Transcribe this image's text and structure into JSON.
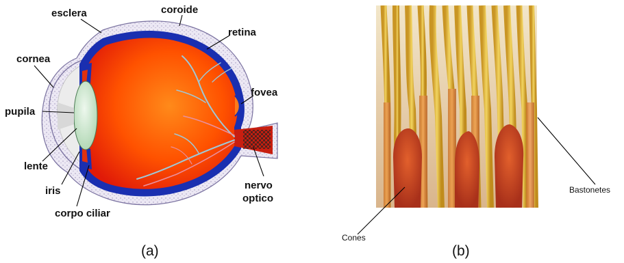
{
  "panel_a": {
    "caption": "(a)",
    "labels": {
      "esclera": "esclera",
      "coroide": "coroide",
      "retina": "retina",
      "cornea": "cornea",
      "fovea": "fovea",
      "pupila": "pupila",
      "lente": "lente",
      "iris": "iris",
      "corpo_ciliar": "corpo ciliar",
      "nervo": "nervo",
      "optico": "optico"
    }
  },
  "panel_b": {
    "caption": "(b)",
    "labels": {
      "cones": "Cones",
      "bastonetes": "Bastonetes"
    }
  },
  "colors": {
    "sclera": "#dcd6ec",
    "choroid": "#1a2fb0",
    "eye_body": "#ff5a00",
    "lens": "#cfe8cf",
    "vessels": "#9ec8d8",
    "rod_yellow": "#e8c23a",
    "cone_red": "#c8401c"
  }
}
